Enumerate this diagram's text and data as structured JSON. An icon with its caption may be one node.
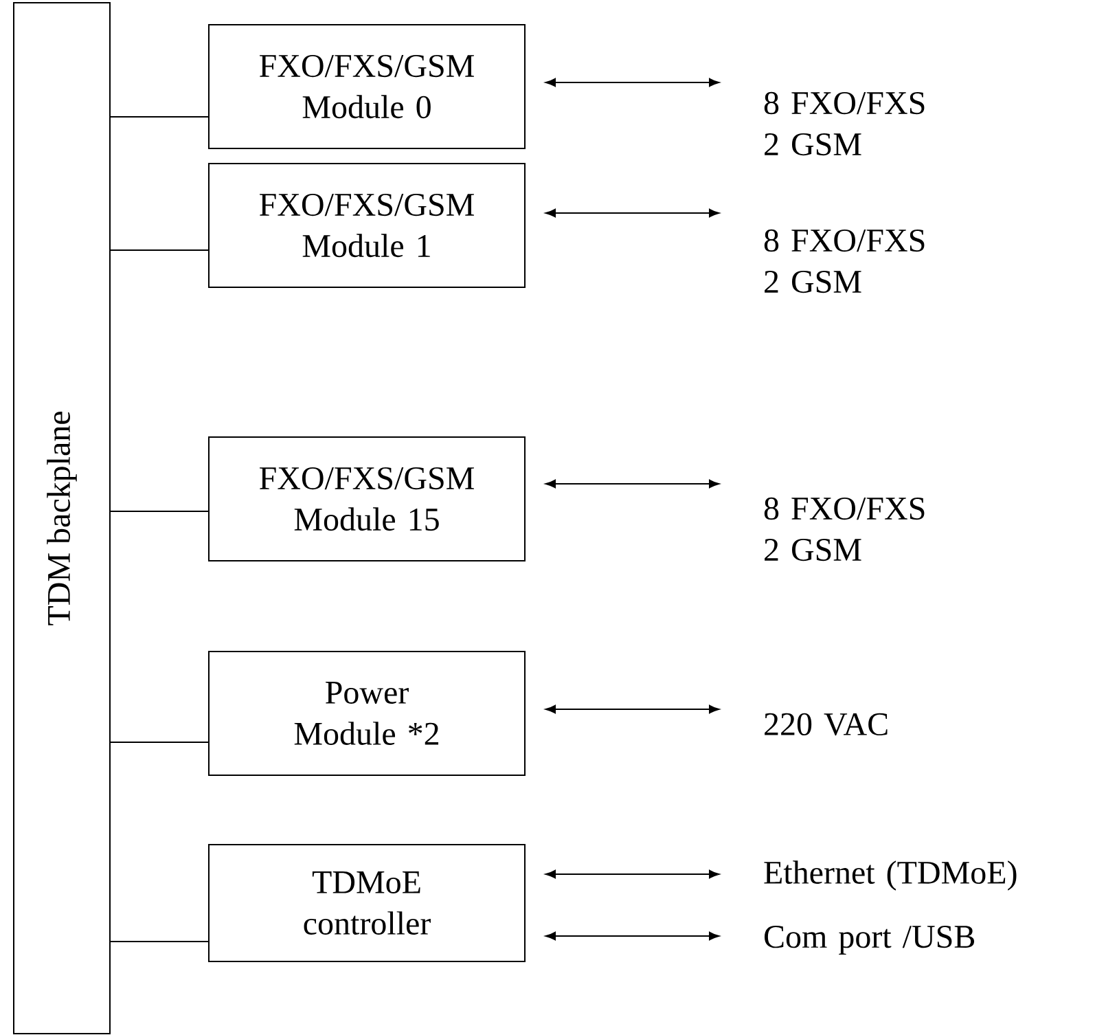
{
  "diagram": {
    "nodes": [
      {
        "text": [
          "TDM backplane"
        ]
      },
      {
        "text": [
          "FXO/FXS/GSM Module 0"
        ]
      },
      {
        "text": [
          "FXO/FXS/GSM Module 1"
        ]
      },
      {
        "text": [
          "FXO/FXS/GSM Module 15"
        ]
      },
      {
        "text": [
          "Power Module *2"
        ]
      },
      {
        "text": [
          "TDMoE controller"
        ]
      },
      {
        "text": [
          "8 FXO/FXS 2 GSM"
        ]
      },
      {
        "text": [
          "8 FXO/FXS 2 GSM"
        ]
      },
      {
        "text": [
          "8 FXO/FXS 2 GSM"
        ]
      },
      {
        "text": [
          "220 VAC"
        ]
      },
      {
        "text": [
          "Ethernet (TDMoE)"
        ]
      },
      {
        "text": [
          "Com port /USB"
        ]
      }
    ],
    "edges": [
      {
        "from": 0,
        "to": 1,
        "arrow": "none"
      },
      {
        "from": 0,
        "to": 2,
        "arrow": "none"
      },
      {
        "from": 0,
        "to": 3,
        "arrow": "none"
      },
      {
        "from": 0,
        "to": 4,
        "arrow": "none"
      },
      {
        "from": 0,
        "to": 5,
        "arrow": "none"
      },
      {
        "from": 1,
        "to": 6,
        "arrow": "both"
      },
      {
        "from": 2,
        "to": 7,
        "arrow": "both"
      },
      {
        "from": 3,
        "to": 8,
        "arrow": "both"
      },
      {
        "from": 4,
        "to": 9,
        "arrow": "both"
      },
      {
        "from": 5,
        "to": 10,
        "arrow": "both"
      },
      {
        "from": 5,
        "to": 11,
        "arrow": "both"
      }
    ]
  }
}
